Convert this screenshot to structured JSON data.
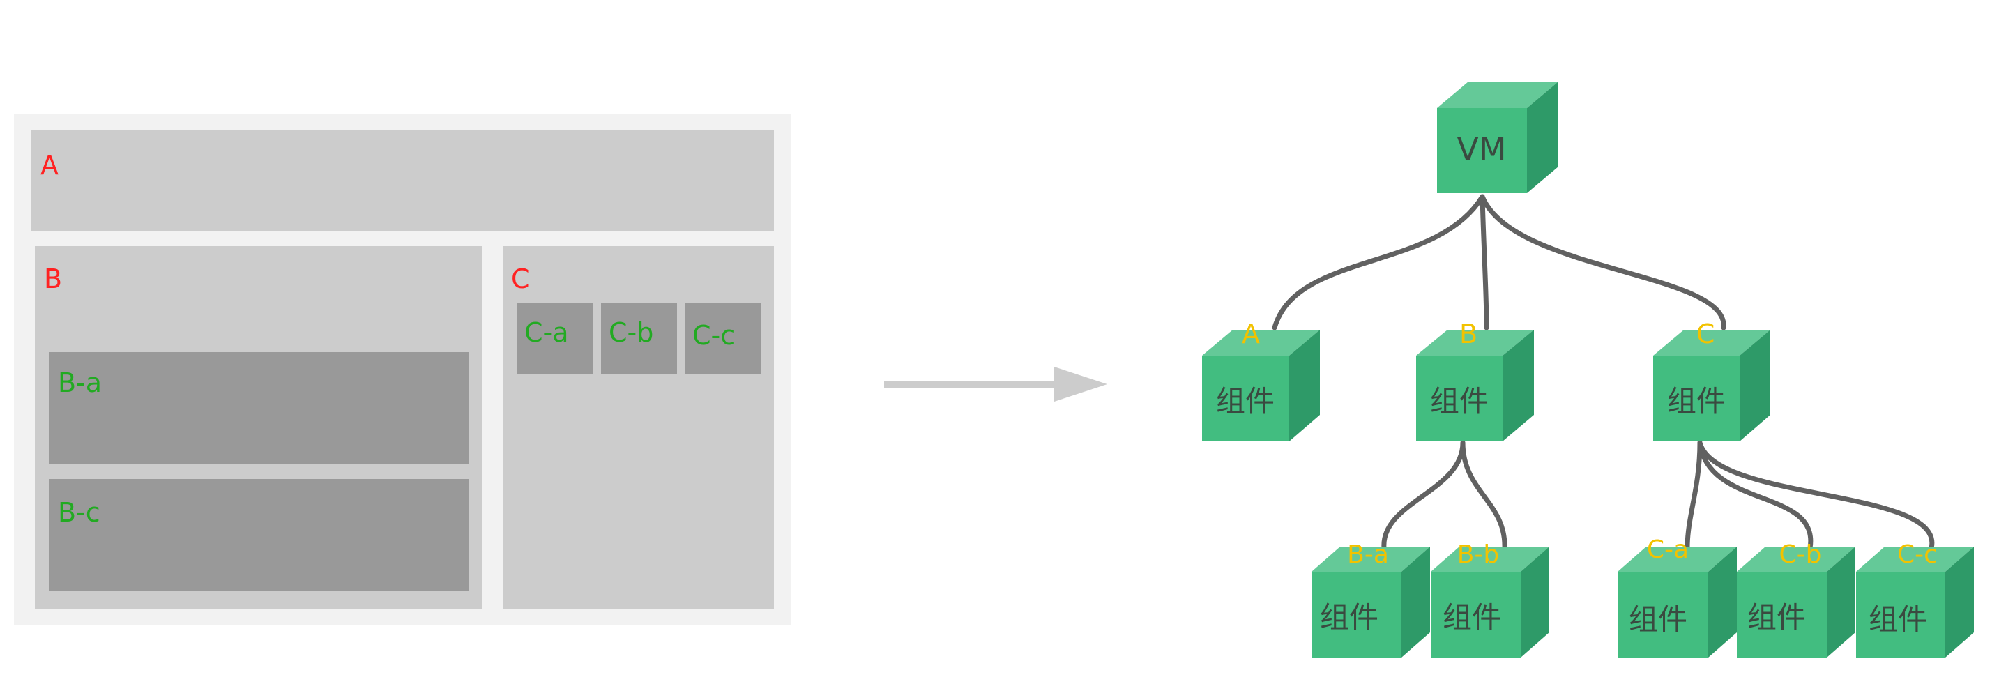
{
  "layout_panel": {
    "region_a": "A",
    "region_b": "B",
    "region_c": "C",
    "b_children": [
      "B-a",
      "B-c"
    ],
    "c_children": [
      "C-a",
      "C-b",
      "C-c"
    ]
  },
  "tree": {
    "root": "VM",
    "component_text": "组件",
    "level1": [
      {
        "label": "A",
        "text": "组件"
      },
      {
        "label": "B",
        "text": "组件"
      },
      {
        "label": "C",
        "text": "组件"
      }
    ],
    "level2": [
      {
        "label": "B-a",
        "text": "组件"
      },
      {
        "label": "B-b",
        "text": "组件"
      },
      {
        "label": "C-a",
        "text": "组件"
      },
      {
        "label": "C-b",
        "text": "组件"
      },
      {
        "label": "C-c",
        "text": "组件"
      }
    ]
  },
  "colors": {
    "cube_front": "#42bd80",
    "cube_top": "#64c998",
    "cube_side": "#2e9a68",
    "connector": "#616161",
    "panel_outer": "#f2f2f2",
    "panel_region": "#cccccc",
    "panel_child": "#999999",
    "arrow": "#cccccc",
    "label_red": "#ff2222",
    "label_green": "#22aa22",
    "label_yellow": "#f2c200"
  }
}
